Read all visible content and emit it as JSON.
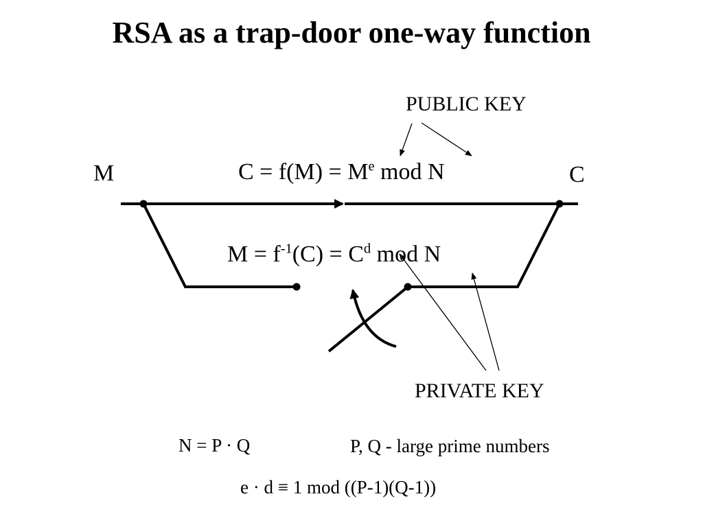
{
  "title": "RSA as a trap-door one-way function",
  "labels": {
    "public_key": "PUBLIC KEY",
    "private_key": "PRIVATE  KEY",
    "input_M": "M",
    "output_C": "C"
  },
  "encrypt_formula": {
    "prefix": "C = f(M) = M",
    "exp": "e",
    "suffix": " mod N"
  },
  "decrypt_formula": {
    "prefix": "M = f",
    "inv": "-1",
    "mid": "(C) = C",
    "exp": "d",
    "suffix": " mod N"
  },
  "bottom": {
    "modulus": "N = P · Q",
    "primes_note": "P, Q - large prime numbers",
    "relation": "e · d  ≡ 1  mod ((P-1)(Q-1))"
  }
}
